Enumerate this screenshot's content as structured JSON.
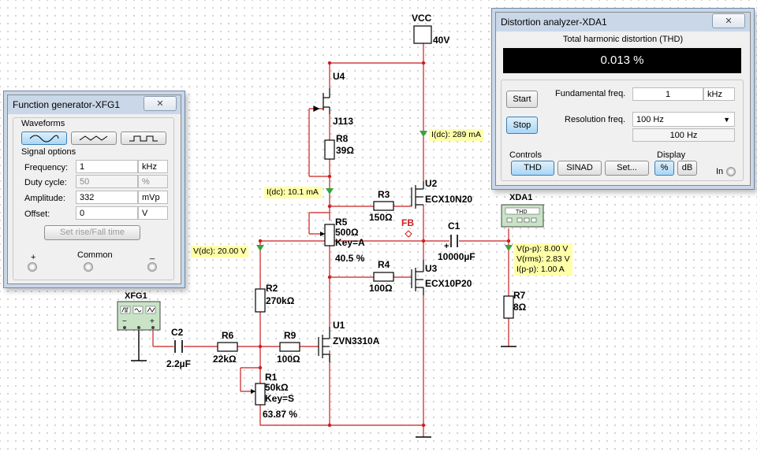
{
  "canvas": {
    "wire_color": "#cc1f1f",
    "power": {
      "name": "VCC",
      "value": "40V"
    },
    "components": {
      "u4": {
        "ref": "U4",
        "model": "J113"
      },
      "r8": {
        "ref": "R8",
        "value": "39Ω"
      },
      "r3": {
        "ref": "R3",
        "value": "150Ω"
      },
      "u2": {
        "ref": "U2",
        "model": "ECX10N20"
      },
      "r5": {
        "ref": "R5",
        "value": "500Ω",
        "key": "Key=A",
        "setting": "40.5 %"
      },
      "c1": {
        "ref": "C1",
        "value": "10000µF"
      },
      "r4": {
        "ref": "R4",
        "value": "100Ω"
      },
      "u3": {
        "ref": "U3",
        "model": "ECX10P20"
      },
      "r2": {
        "ref": "R2",
        "value": "270kΩ"
      },
      "r7": {
        "ref": "R7",
        "value": "8Ω"
      },
      "u1": {
        "ref": "U1",
        "model": "ZVN3310A"
      },
      "c2": {
        "ref": "C2",
        "value": "2.2µF"
      },
      "r6": {
        "ref": "R6",
        "value": "22kΩ"
      },
      "r9": {
        "ref": "R9",
        "value": "100Ω"
      },
      "r1": {
        "ref": "R1",
        "value": "50kΩ",
        "key": "Key=S",
        "setting": "63.87 %"
      }
    },
    "net_label": "FB",
    "instruments": {
      "xfg": "XFG1",
      "xda": "XDA1",
      "xda_screen": "THD"
    },
    "probes": {
      "idc_top": "I(dc): 289 mA",
      "idc_mid": "I(dc): 10.1 mA",
      "vdc": "V(dc): 20.00 V",
      "out_vpp": "V(p-p): 8.00 V",
      "out_vrms": "V(rms): 2.83 V",
      "out_ipp": "I(p-p): 1.00 A"
    }
  },
  "function_generator": {
    "title": "Function generator-XFG1",
    "waveforms_label": "Waveforms",
    "waveform_icons": [
      "sine-wave-icon",
      "triangle-wave-icon",
      "square-wave-icon"
    ],
    "signal_options_label": "Signal options",
    "rows": [
      {
        "label": "Frequency:",
        "value": "1",
        "unit": "kHz",
        "disabled": false
      },
      {
        "label": "Duty cycle:",
        "value": "50",
        "unit": "%",
        "disabled": true
      },
      {
        "label": "Amplitude:",
        "value": "332",
        "unit": "mVp",
        "disabled": false
      },
      {
        "label": "Offset:",
        "value": "0",
        "unit": "V",
        "disabled": false
      }
    ],
    "rise_fall_button": "Set rise/Fall time",
    "terminals": {
      "plus": "+",
      "common": "Common",
      "minus": "_"
    }
  },
  "distortion_analyzer": {
    "title": "Distortion analyzer-XDA1",
    "thd_label": "Total harmonic distortion (THD)",
    "thd_value": "0.013 %",
    "start_button": "Start",
    "stop_button": "Stop",
    "fundamental_label": "Fundamental freq.",
    "fundamental_value": "1",
    "fundamental_unit": "kHz",
    "resolution_label": "Resolution freq.",
    "resolution_selected": "100 Hz",
    "resolution_display": "100 Hz",
    "controls_label": "Controls",
    "controls_buttons": [
      "THD",
      "SINAD",
      "Set..."
    ],
    "display_label": "Display",
    "display_buttons": [
      "%",
      "dB"
    ],
    "in_label": "In"
  }
}
